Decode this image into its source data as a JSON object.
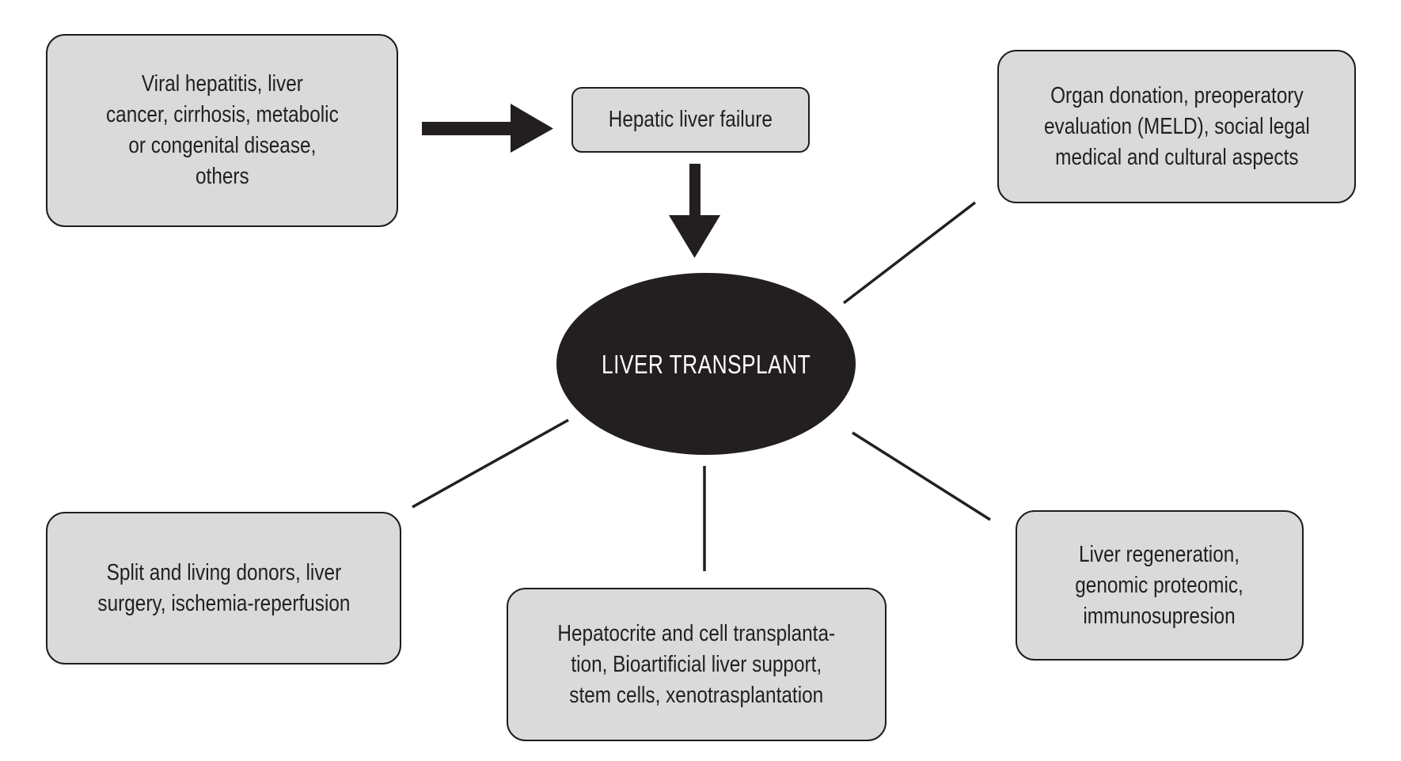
{
  "colors": {
    "background": "#ffffff",
    "box_fill": "#dadada",
    "box_border": "#1f1c1d",
    "ellipse_fill": "#231f20",
    "ellipse_text": "#ffffff",
    "text": "#231f20",
    "connector": "#231f20"
  },
  "center": {
    "label": "LIVER TRANSPLANT"
  },
  "boxes": {
    "failure": {
      "label": "Hepatic liver failure"
    },
    "causes": {
      "line1": "Viral hepatitis, liver",
      "line2": "cancer, cirrhosis, metabolic",
      "line3": "or congenital disease,",
      "line4": "others"
    },
    "organ": {
      "line1": "Organ donation, preoperatory",
      "line2": "evaluation (MELD), social legal",
      "line3": "medical and cultural aspects"
    },
    "split": {
      "line1": "Split and living donors, liver",
      "line2": "surgery, ischemia-reperfusion"
    },
    "hepatocyte": {
      "line1": "Hepatocrite and cell transplanta-",
      "line2": "tion, Bioartificial liver support,",
      "line3": "stem cells, xenotrasplantation"
    },
    "regen": {
      "line1": "Liver regeneration,",
      "line2": "genomic proteomic,",
      "line3": "immunosupresion"
    }
  }
}
